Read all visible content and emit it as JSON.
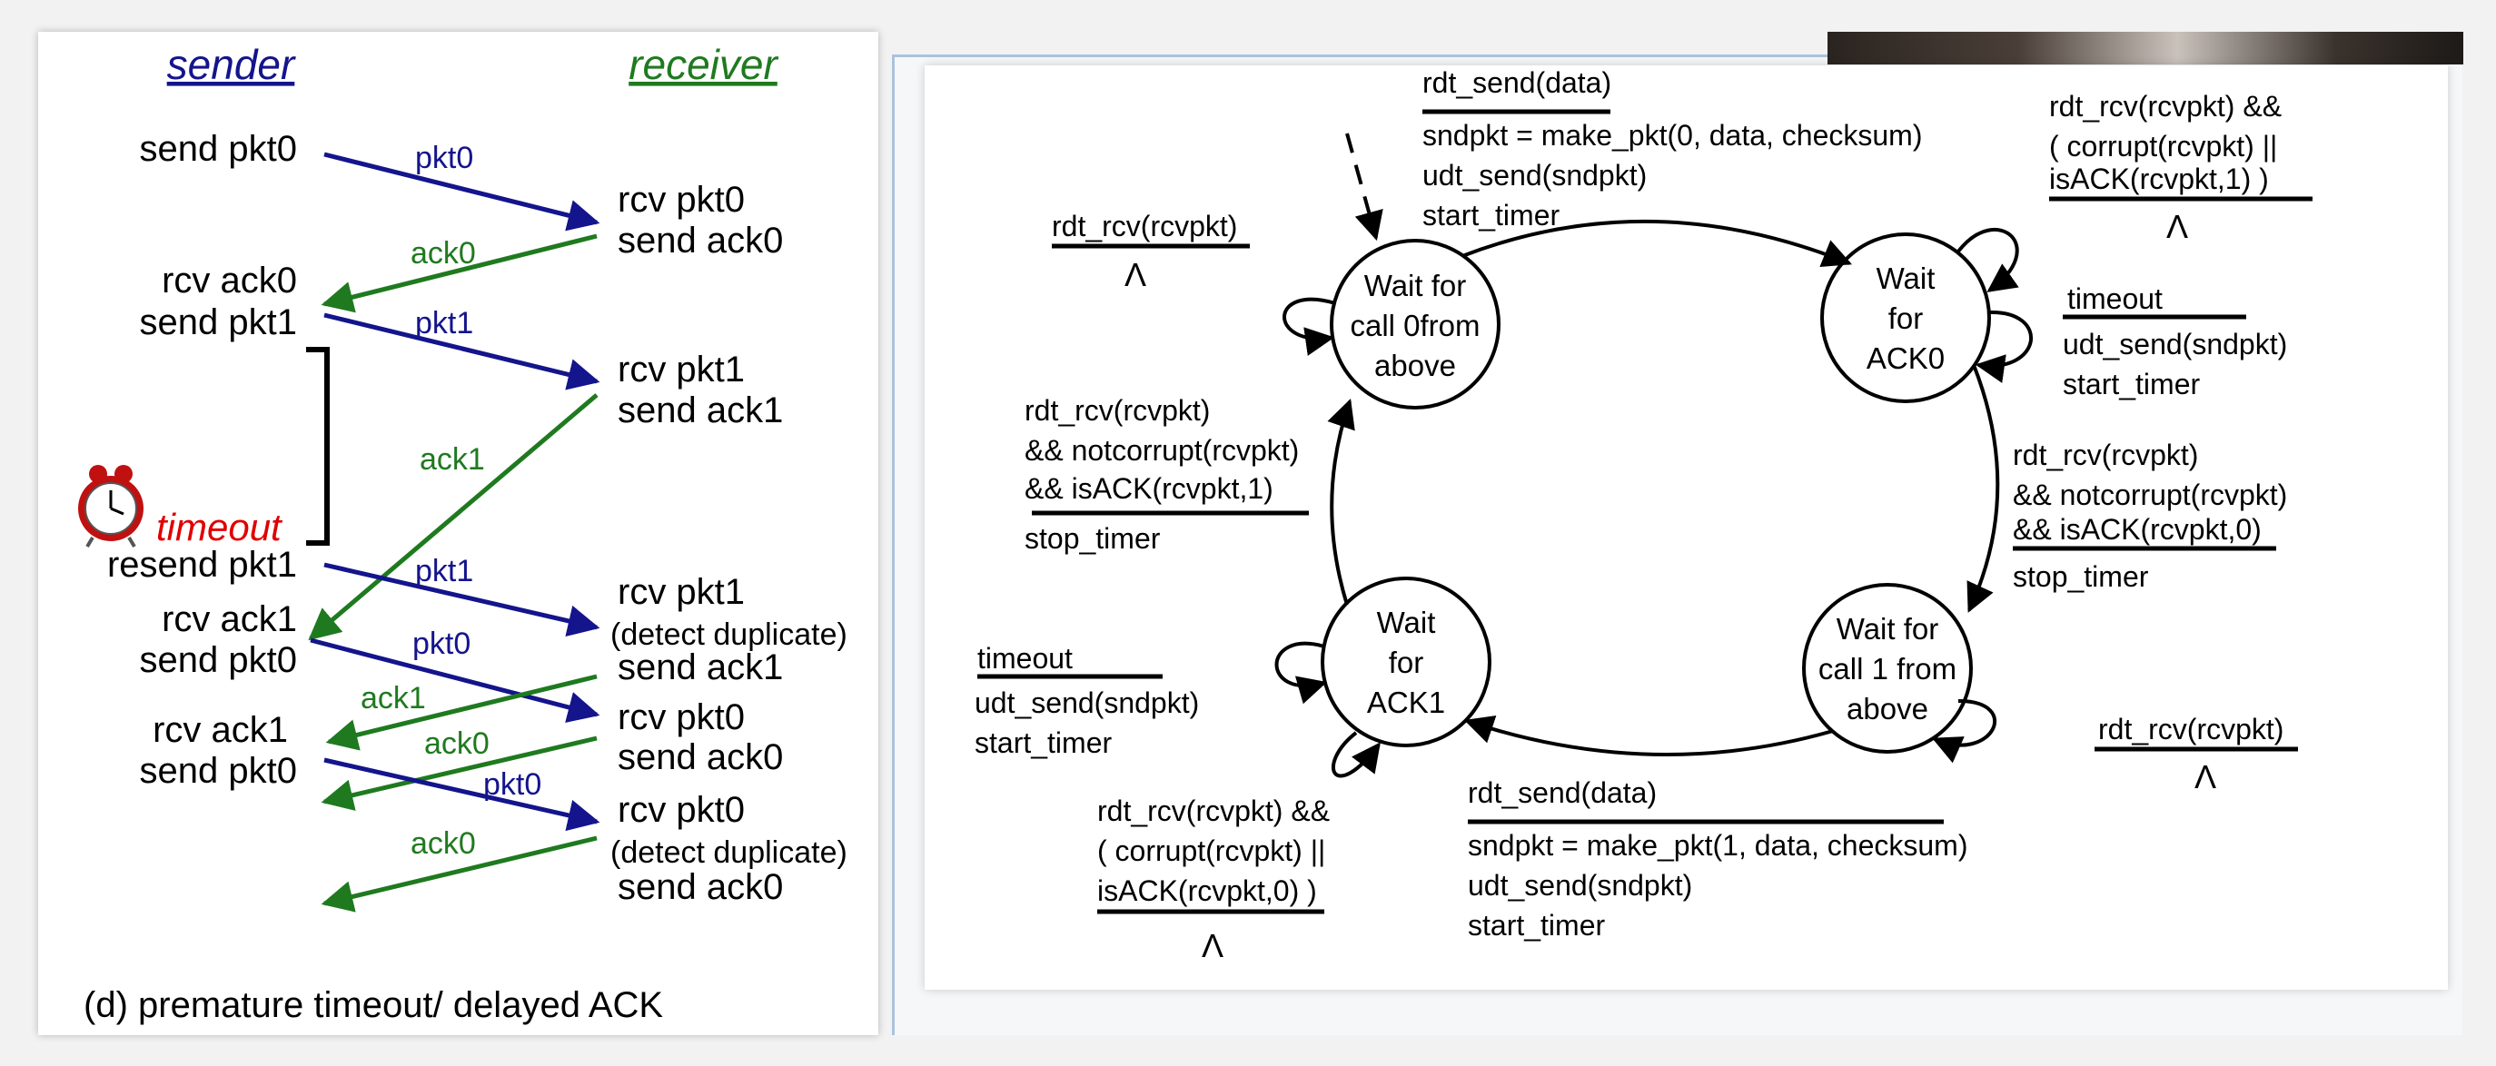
{
  "timeline": {
    "sender_heading": "sender",
    "receiver_heading": "receiver",
    "sender_events": [
      "send pkt0",
      "rcv ack0",
      "send pkt1",
      "resend pkt1",
      "rcv ack1",
      "send pkt0",
      "rcv ack1",
      "send pkt0"
    ],
    "timeout_label": "timeout",
    "receiver_events": [
      "rcv pkt0",
      "send ack0",
      "rcv pkt1",
      "send ack1",
      "rcv pkt1",
      "(detect duplicate)",
      "send ack1",
      "rcv pkt0",
      "send ack0",
      "rcv pkt0",
      "(detect duplicate)",
      "send ack0"
    ],
    "messages": [
      "pkt0",
      "ack0",
      "pkt1",
      "ack1",
      "pkt1",
      "pkt0",
      "ack1",
      "ack0",
      "pkt0",
      "ack0"
    ],
    "caption": "(d) premature timeout/ delayed ACK",
    "colors": {
      "packet": "#14148c",
      "ack": "#1f7a1f",
      "timeout": "#e00000"
    }
  },
  "fsm": {
    "states": {
      "wait_call0": [
        "Wait for",
        "call 0from",
        "above"
      ],
      "wait_ack0": [
        "Wait",
        "for",
        "ACK0"
      ],
      "wait_call1": [
        "Wait for",
        "call 1 from",
        "above"
      ],
      "wait_ack1": [
        "Wait",
        "for",
        "ACK1"
      ]
    },
    "transitions": {
      "call0_to_ack0": {
        "event": "rdt_send(data)",
        "actions": [
          "sndpkt = make_pkt(0, data, checksum)",
          "udt_send(sndpkt)",
          "start_timer"
        ]
      },
      "ack0_self_corrupt": {
        "event": [
          "rdt_rcv(rcvpkt) &&",
          "( corrupt(rcvpkt) ||",
          "isACK(rcvpkt,1) )"
        ],
        "action": "Λ"
      },
      "ack0_self_timeout": {
        "event": "timeout",
        "actions": [
          "udt_send(sndpkt)",
          "start_timer"
        ]
      },
      "ack0_to_call1": {
        "event": [
          "rdt_rcv(rcvpkt)",
          "&& notcorrupt(rcvpkt)",
          "&& isACK(rcvpkt,0)"
        ],
        "action": "stop_timer"
      },
      "call1_self": {
        "event": "rdt_rcv(rcvpkt)",
        "action": "Λ"
      },
      "call1_to_ack1": {
        "event": "rdt_send(data)",
        "actions": [
          "sndpkt = make_pkt(1, data, checksum)",
          "udt_send(sndpkt)",
          "start_timer"
        ]
      },
      "ack1_self_corrupt": {
        "event": [
          "rdt_rcv(rcvpkt) &&",
          "( corrupt(rcvpkt) ||",
          "isACK(rcvpkt,0) )"
        ],
        "action": "Λ"
      },
      "ack1_self_timeout": {
        "event": "timeout",
        "actions": [
          "udt_send(sndpkt)",
          "start_timer"
        ]
      },
      "ack1_to_call0": {
        "event": [
          "rdt_rcv(rcvpkt)",
          "&& notcorrupt(rcvpkt)",
          "&& isACK(rcvpkt,1)"
        ],
        "action": "stop_timer"
      },
      "call0_self": {
        "event": "rdt_rcv(rcvpkt)",
        "action": "Λ"
      }
    }
  }
}
